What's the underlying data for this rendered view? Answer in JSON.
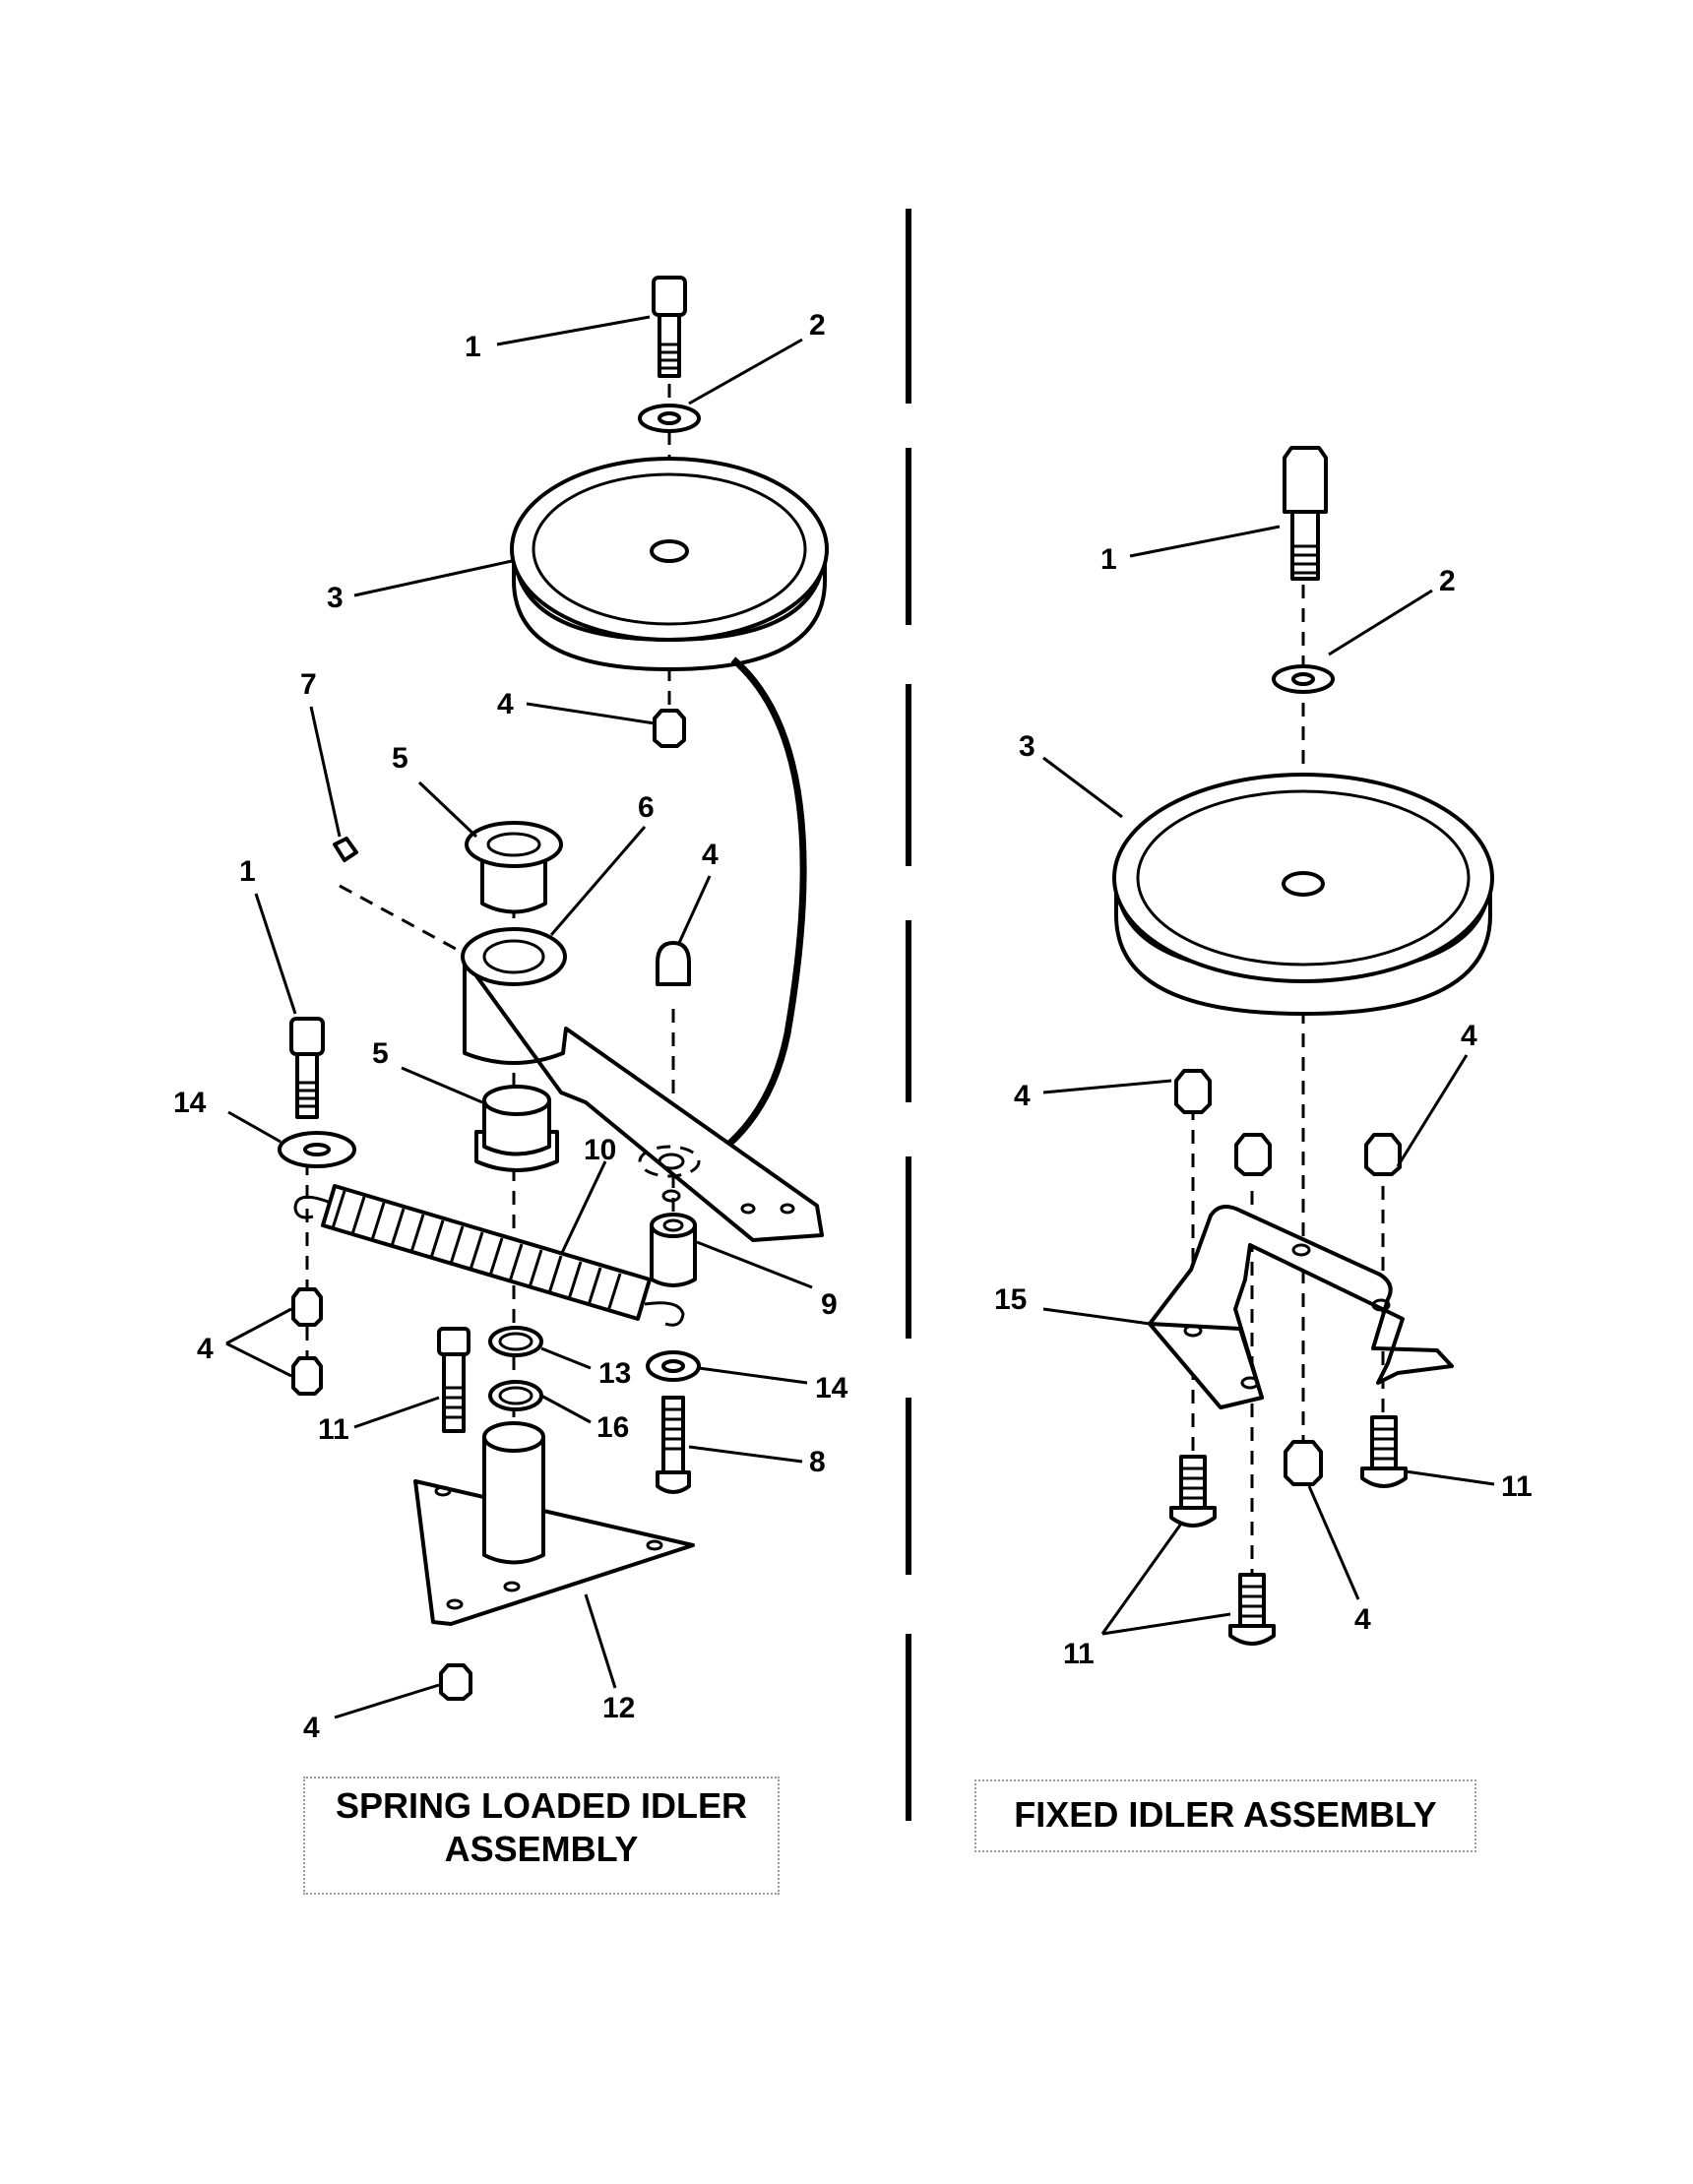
{
  "callouts": {
    "l1": "1",
    "l2": "2",
    "l3": "3",
    "l4a": "4",
    "l5a": "5",
    "l6": "6",
    "l7": "7",
    "l4b": "4",
    "l1b": "1",
    "l5b": "5",
    "l14a": "14",
    "l10": "10",
    "l9": "9",
    "l4c": "4",
    "l13": "13",
    "l14b": "14",
    "l11": "11",
    "l16": "16",
    "l8": "8",
    "l4d": "4",
    "l12": "12",
    "r1": "1",
    "r2": "2",
    "r3": "3",
    "r4a": "4",
    "r4b": "4",
    "r15": "15",
    "r11a": "11",
    "r4c": "4",
    "r11b": "11"
  },
  "titles": {
    "spring_loaded_line1": "SPRING LOADED IDLER",
    "spring_loaded_line2": "ASSEMBLY",
    "fixed": "FIXED IDLER ASSEMBLY"
  }
}
